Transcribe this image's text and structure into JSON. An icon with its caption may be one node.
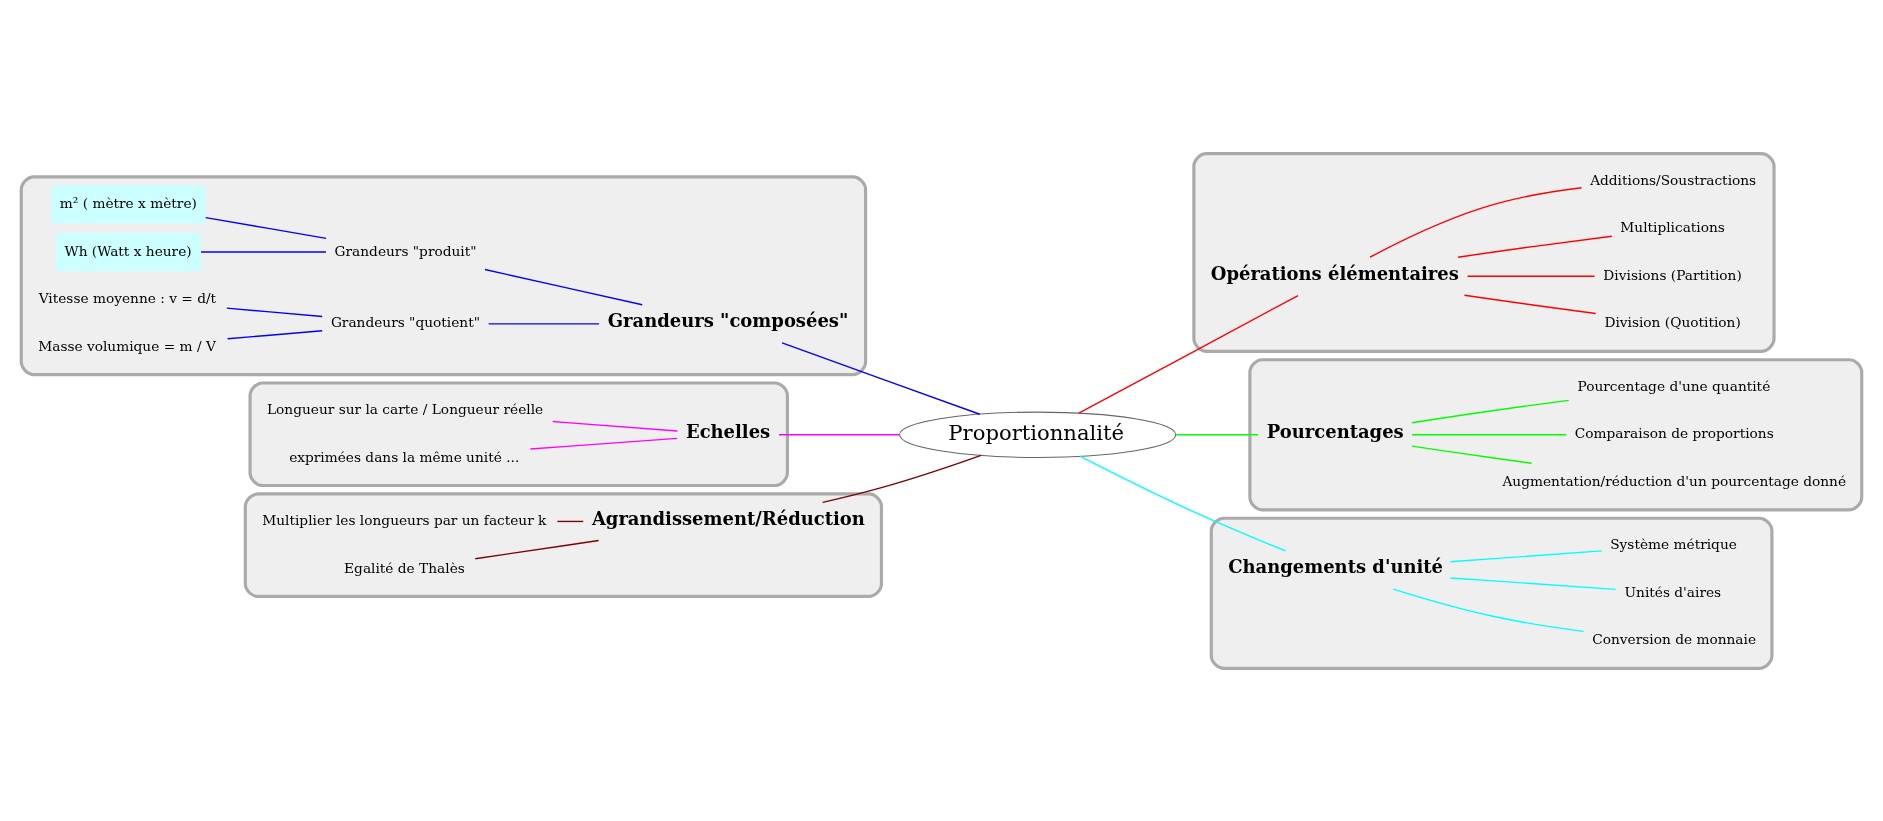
{
  "diagram": {
    "nodes": [
      {
        "text": [
          "Proportionnalité"
        ]
      },
      {
        "text": [],
        "shape": "cloud"
      },
      {
        "text": [
          "Grandeurs \"composées\""
        ],
        "in": 1
      },
      {
        "text": [
          "Grandeurs \"produit\""
        ],
        "in": 1
      },
      {
        "text": [
          "m² ( mètre x mètre)"
        ],
        "in": 1
      },
      {
        "text": [
          "Wh (Watt x heure)"
        ],
        "in": 1
      },
      {
        "text": [
          "Grandeurs \"quotient\""
        ],
        "in": 1
      },
      {
        "text": [
          "Vitesse moyenne : v = d/t"
        ],
        "in": 1
      },
      {
        "text": [
          "Masse volumique = m / V"
        ],
        "in": 1
      },
      {
        "text": [],
        "shape": "cloud"
      },
      {
        "text": [
          "Opérations élémentaires"
        ],
        "in": 9
      },
      {
        "text": [
          "Additions/Soustractions"
        ],
        "in": 9
      },
      {
        "text": [
          "Multiplications"
        ],
        "in": 9
      },
      {
        "text": [
          "Divisions (Partition)"
        ],
        "in": 9
      },
      {
        "text": [
          "Division (Quotition)"
        ],
        "in": 9
      },
      {
        "text": [],
        "shape": "cloud"
      },
      {
        "text": [
          "Echelles"
        ],
        "in": 15
      },
      {
        "text": [
          "Longueur sur la carte / Longueur réelle"
        ],
        "in": 15
      },
      {
        "text": [
          "exprimées dans la même unité ..."
        ],
        "in": 15
      },
      {
        "text": [],
        "shape": "cloud"
      },
      {
        "text": [
          "Pourcentages"
        ],
        "in": 19
      },
      {
        "text": [
          "Pourcentage d'une quantité"
        ],
        "in": 19
      },
      {
        "text": [
          "Comparaison de proportions"
        ],
        "in": 19
      },
      {
        "text": [
          "Augmentation/réduction d'un pourcentage donné"
        ],
        "in": 19
      },
      {
        "text": [],
        "shape": "cloud"
      },
      {
        "text": [
          "Agrandissement/Réduction"
        ],
        "in": 24
      },
      {
        "text": [
          "Multiplier les longueurs par un facteur k"
        ],
        "in": 24
      },
      {
        "text": [
          "Egalité de Thalès"
        ],
        "in": 24
      },
      {
        "text": [],
        "shape": "cloud"
      },
      {
        "text": [
          "Changements d'unité"
        ],
        "in": 28
      },
      {
        "text": [
          "Système métrique"
        ],
        "in": 28
      },
      {
        "text": [
          "Unités d'aires"
        ],
        "in": 28
      },
      {
        "text": [
          "Conversion de monnaie"
        ],
        "in": 28
      }
    ],
    "edges": [
      {
        "from": 0,
        "to": 2,
        "arrow": "none",
        "color": "#0000ff"
      },
      {
        "from": 2,
        "to": 3,
        "arrow": "none",
        "color": "#0000ff"
      },
      {
        "from": 3,
        "to": 4,
        "arrow": "none",
        "color": "#0000ff"
      },
      {
        "from": 3,
        "to": 5,
        "arrow": "none",
        "color": "#0000ff"
      },
      {
        "from": 2,
        "to": 6,
        "arrow": "none",
        "color": "#0000ff"
      },
      {
        "from": 6,
        "to": 7,
        "arrow": "none",
        "color": "#0000ff"
      },
      {
        "from": 6,
        "to": 8,
        "arrow": "none",
        "color": "#0000ff"
      },
      {
        "from": 0,
        "to": 10,
        "arrow": "none",
        "color": "#ff0000"
      },
      {
        "from": 10,
        "to": 11,
        "arrow": "none",
        "color": "#ff0000"
      },
      {
        "from": 10,
        "to": 12,
        "arrow": "none",
        "color": "#ff0000"
      },
      {
        "from": 10,
        "to": 13,
        "arrow": "none",
        "color": "#ff0000"
      },
      {
        "from": 10,
        "to": 14,
        "arrow": "none",
        "color": "#ff0000"
      },
      {
        "from": 0,
        "to": 16,
        "arrow": "none",
        "color": "#ff00ff"
      },
      {
        "from": 16,
        "to": 17,
        "arrow": "none",
        "color": "#ff00ff"
      },
      {
        "from": 16,
        "to": 18,
        "arrow": "none",
        "color": "#ff00ff"
      },
      {
        "from": 0,
        "to": 20,
        "arrow": "none",
        "color": "#00ff00"
      },
      {
        "from": 20,
        "to": 21,
        "arrow": "none",
        "color": "#00ff00"
      },
      {
        "from": 20,
        "to": 22,
        "arrow": "none",
        "color": "#00ff00"
      },
      {
        "from": 20,
        "to": 23,
        "arrow": "none",
        "color": "#00ff00"
      },
      {
        "from": 0,
        "to": 25,
        "arrow": "none",
        "color": "#800000"
      },
      {
        "from": 25,
        "to": 26,
        "arrow": "none",
        "color": "#800000"
      },
      {
        "from": 25,
        "to": 27,
        "arrow": "none",
        "color": "#800000"
      },
      {
        "from": 0,
        "to": 29,
        "arrow": "none",
        "color": "#00ffff"
      },
      {
        "from": 29,
        "to": 30,
        "arrow": "none",
        "color": "#00ffff"
      },
      {
        "from": 29,
        "to": 31,
        "arrow": "none",
        "color": "#00ffff"
      },
      {
        "from": 29,
        "to": 32,
        "arrow": "none",
        "color": "#00ffff"
      }
    ]
  }
}
